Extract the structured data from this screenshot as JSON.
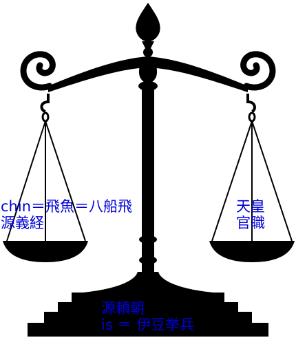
{
  "figure": {
    "icon": "balance-scale-icon",
    "ink_color": "#000000",
    "label_color": "#0000d8"
  },
  "left_pan": {
    "line1": "chin＝飛魚＝八船飛",
    "line2": "源義経"
  },
  "right_pan": {
    "line1": "天皇",
    "line2": "官職"
  },
  "base": {
    "line1": "源頼朝",
    "line2": "is ＝ 伊豆挙兵"
  }
}
